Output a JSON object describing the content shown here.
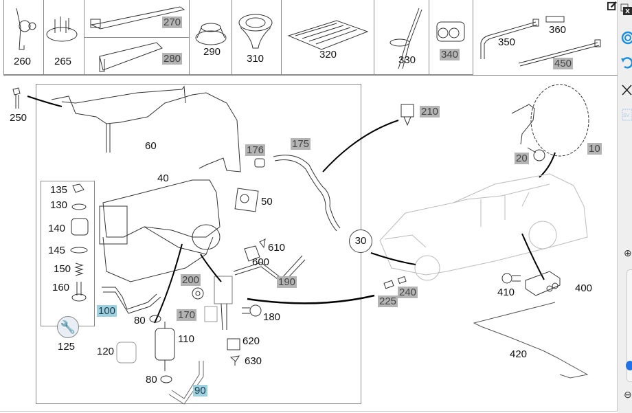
{
  "toolbar": {
    "edit_tooltip": "edit",
    "icons": [
      "close-icon",
      "target-icon",
      "rotate-icon",
      "crossed-tools-icon",
      "svg-icon"
    ],
    "svg_label": "SV",
    "zoom_in": "⊕",
    "zoom_out": "⊖",
    "zoom_level": 0.1
  },
  "colors": {
    "gray_highlight": "#b4b4b4",
    "blue_highlight": "#9fd0e0",
    "accent": "#1f72e8"
  },
  "top_parts": [
    {
      "id": "260",
      "hl": "none"
    },
    {
      "id": "265",
      "hl": "none"
    },
    {
      "id": "270",
      "hl": "gray"
    },
    {
      "id": "280",
      "hl": "gray"
    },
    {
      "id": "290",
      "hl": "none"
    },
    {
      "id": "310",
      "hl": "none"
    },
    {
      "id": "320",
      "hl": "none"
    },
    {
      "id": "330",
      "hl": "none"
    },
    {
      "id": "340",
      "hl": "gray"
    },
    {
      "id": "350",
      "hl": "none"
    },
    {
      "id": "360",
      "hl": "none"
    },
    {
      "id": "450",
      "hl": "gray"
    }
  ],
  "labels": {
    "l250": "250",
    "l60": "60",
    "l40": "40",
    "l50": "50",
    "l176": "176",
    "l175": "175",
    "l135": "135",
    "l130": "130",
    "l140": "140",
    "l145": "145",
    "l150": "150",
    "l160": "160",
    "l125": "125",
    "l100": "100",
    "l80a": "80",
    "l80b": "80",
    "l110": "110",
    "l120": "120",
    "l90": "90",
    "l200": "200",
    "l170": "170",
    "l180": "180",
    "l190": "190",
    "l600": "600",
    "l610": "610",
    "l620": "620",
    "l630": "630",
    "l210": "210",
    "l30": "30",
    "l20": "20",
    "l10": "10",
    "l225": "225",
    "l240": "240",
    "l410": "410",
    "l400": "400",
    "l420": "420"
  }
}
